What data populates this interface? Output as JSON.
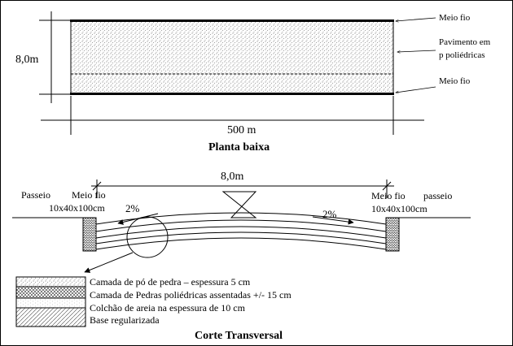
{
  "plan": {
    "width_label": "8,0m",
    "length_label": "500 m",
    "title": "Planta baixa",
    "callout_top": "Meio fio",
    "callout_middle_line1": "Pavimento em",
    "callout_middle_line2": "p poliédricas",
    "callout_bottom": "Meio fio"
  },
  "section": {
    "width_label": "8,0m",
    "left_walk": "Passeio",
    "left_curb": "Meio fio",
    "left_curb_dims": "10x40x100cm",
    "right_curb": "Meio fio",
    "right_walk": "passeio",
    "right_curb_dims": "10x40x100cm",
    "slope_left": "2%",
    "slope_right": "2%",
    "title": "Corte Transversal"
  },
  "legend": [
    {
      "label": "Camada de pó de pedra – espessura 5 cm"
    },
    {
      "label": "Camada de Pedras poliédricas assentadas +/- 15 cm"
    },
    {
      "label": "Colchão de areia na espessura de 10 cm"
    },
    {
      "label": "Base regularizada"
    }
  ]
}
